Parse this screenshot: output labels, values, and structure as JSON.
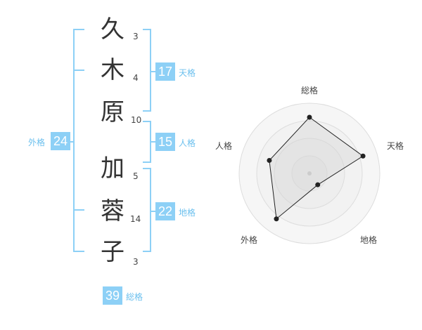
{
  "name_chars": [
    {
      "char": "久",
      "strokes": "3"
    },
    {
      "char": "木",
      "strokes": "4"
    },
    {
      "char": "原",
      "strokes": "10"
    },
    {
      "char": "加",
      "strokes": "5"
    },
    {
      "char": "蓉",
      "strokes": "14"
    },
    {
      "char": "子",
      "strokes": "3"
    }
  ],
  "kakusu": {
    "tenkaku": {
      "value": "17",
      "label": "天格"
    },
    "jinkaku": {
      "value": "15",
      "label": "人格"
    },
    "chikaku": {
      "value": "22",
      "label": "地格"
    },
    "gaikaku": {
      "value": "24",
      "label": "外格"
    },
    "soukaku": {
      "value": "39",
      "label": "総格"
    }
  },
  "colors": {
    "accent": "#8dd0f6",
    "accent_text": "#6cc0ee",
    "text": "#333333"
  },
  "chart_data": {
    "type": "radar",
    "axes": [
      "総格",
      "天格",
      "地格",
      "外格",
      "人格"
    ],
    "values": [
      4,
      4,
      1,
      4,
      3
    ],
    "max": 5,
    "rings": 4
  }
}
